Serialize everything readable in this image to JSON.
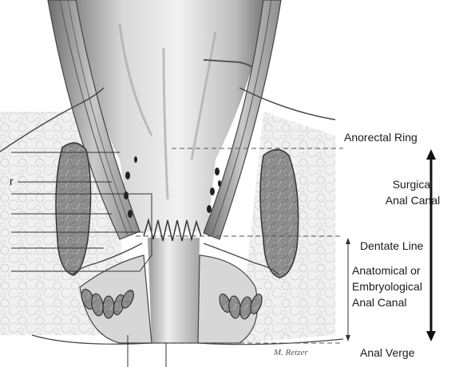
{
  "figure": {
    "labels": {
      "anorectal_ring": "Anorectal Ring",
      "surgical_anal_canal_1": "Surgical",
      "surgical_anal_canal_2": "Anal Canal",
      "dentate_line": "Dentate Line",
      "anatomical_1": "Anatomical or",
      "anatomical_2": "Embryological",
      "anatomical_3": "Anal Canal",
      "anal_verge": "Anal Verge",
      "left_partial": "r"
    },
    "signature": "M. Retzer"
  }
}
